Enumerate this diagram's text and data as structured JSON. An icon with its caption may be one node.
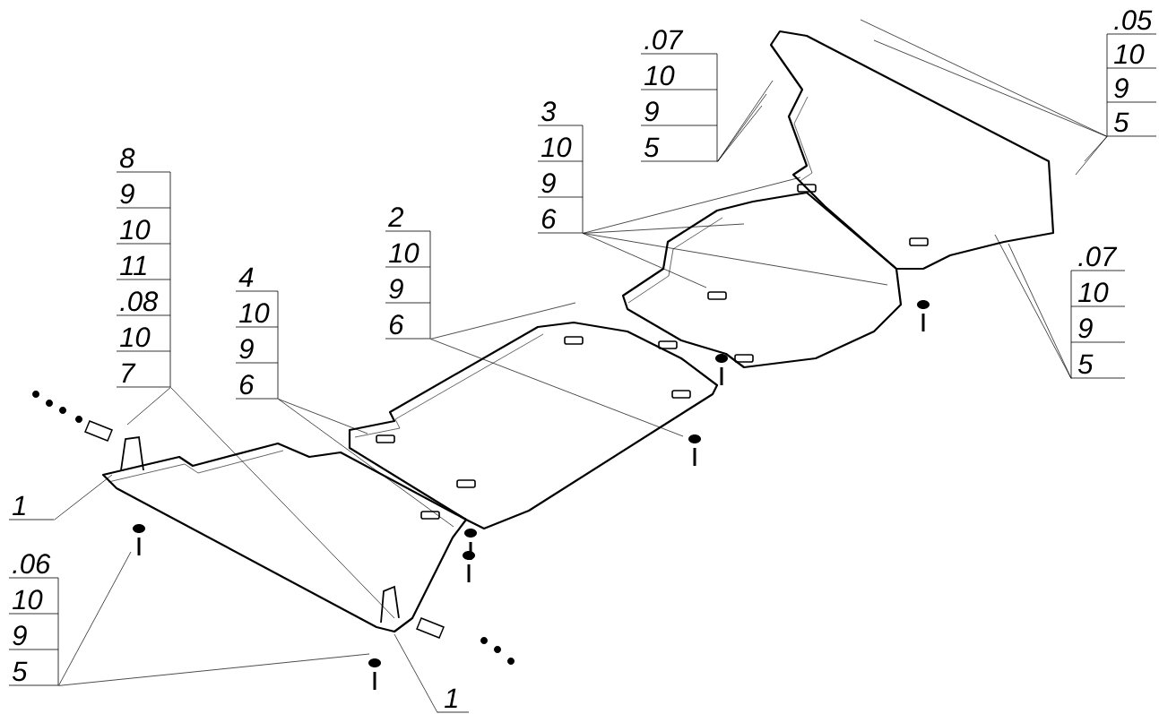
{
  "diagram": {
    "nodes": [
      {
        "text": [
          ".05",
          "10",
          "9",
          "5"
        ]
      },
      {
        "text": [
          ".07",
          "10",
          "9",
          "5"
        ]
      },
      {
        "text": [
          "3",
          "10",
          "9",
          "6"
        ]
      },
      {
        "text": [
          "8",
          "9",
          "10",
          "11",
          ".08",
          "10",
          "7"
        ]
      },
      {
        "text": [
          "2",
          "10",
          "9",
          "6"
        ]
      },
      {
        "text": [
          ".07",
          "10",
          "9",
          "5"
        ]
      },
      {
        "text": [
          "4",
          "10",
          "9",
          "6"
        ]
      },
      {
        "text": [
          "1"
        ]
      },
      {
        "text": [
          ".06",
          "10",
          "9",
          "5"
        ]
      },
      {
        "text": [
          "1"
        ]
      }
    ],
    "edges": [
      {
        "from": 0,
        "to": null,
        "arrow": "none"
      },
      {
        "from": 0,
        "to": null,
        "arrow": "none"
      },
      {
        "from": 0,
        "to": null,
        "arrow": "none"
      },
      {
        "from": 0,
        "to": null,
        "arrow": "none"
      },
      {
        "from": 1,
        "to": null,
        "arrow": "none"
      },
      {
        "from": 1,
        "to": null,
        "arrow": "none"
      },
      {
        "from": 1,
        "to": null,
        "arrow": "none"
      },
      {
        "from": 2,
        "to": null,
        "arrow": "none"
      },
      {
        "from": 2,
        "to": null,
        "arrow": "none"
      },
      {
        "from": 2,
        "to": null,
        "arrow": "none"
      },
      {
        "from": 2,
        "to": null,
        "arrow": "none"
      },
      {
        "from": 3,
        "to": null,
        "arrow": "none"
      },
      {
        "from": 3,
        "to": null,
        "arrow": "none"
      },
      {
        "from": 4,
        "to": null,
        "arrow": "none"
      },
      {
        "from": 4,
        "to": null,
        "arrow": "none"
      },
      {
        "from": 5,
        "to": null,
        "arrow": "none"
      },
      {
        "from": 5,
        "to": null,
        "arrow": "none"
      },
      {
        "from": 6,
        "to": null,
        "arrow": "none"
      },
      {
        "from": 6,
        "to": null,
        "arrow": "none"
      },
      {
        "from": 7,
        "to": null,
        "arrow": "none"
      },
      {
        "from": 8,
        "to": null,
        "arrow": "none"
      },
      {
        "from": 8,
        "to": null,
        "arrow": "none"
      },
      {
        "from": 9,
        "to": null,
        "arrow": "none"
      }
    ]
  }
}
